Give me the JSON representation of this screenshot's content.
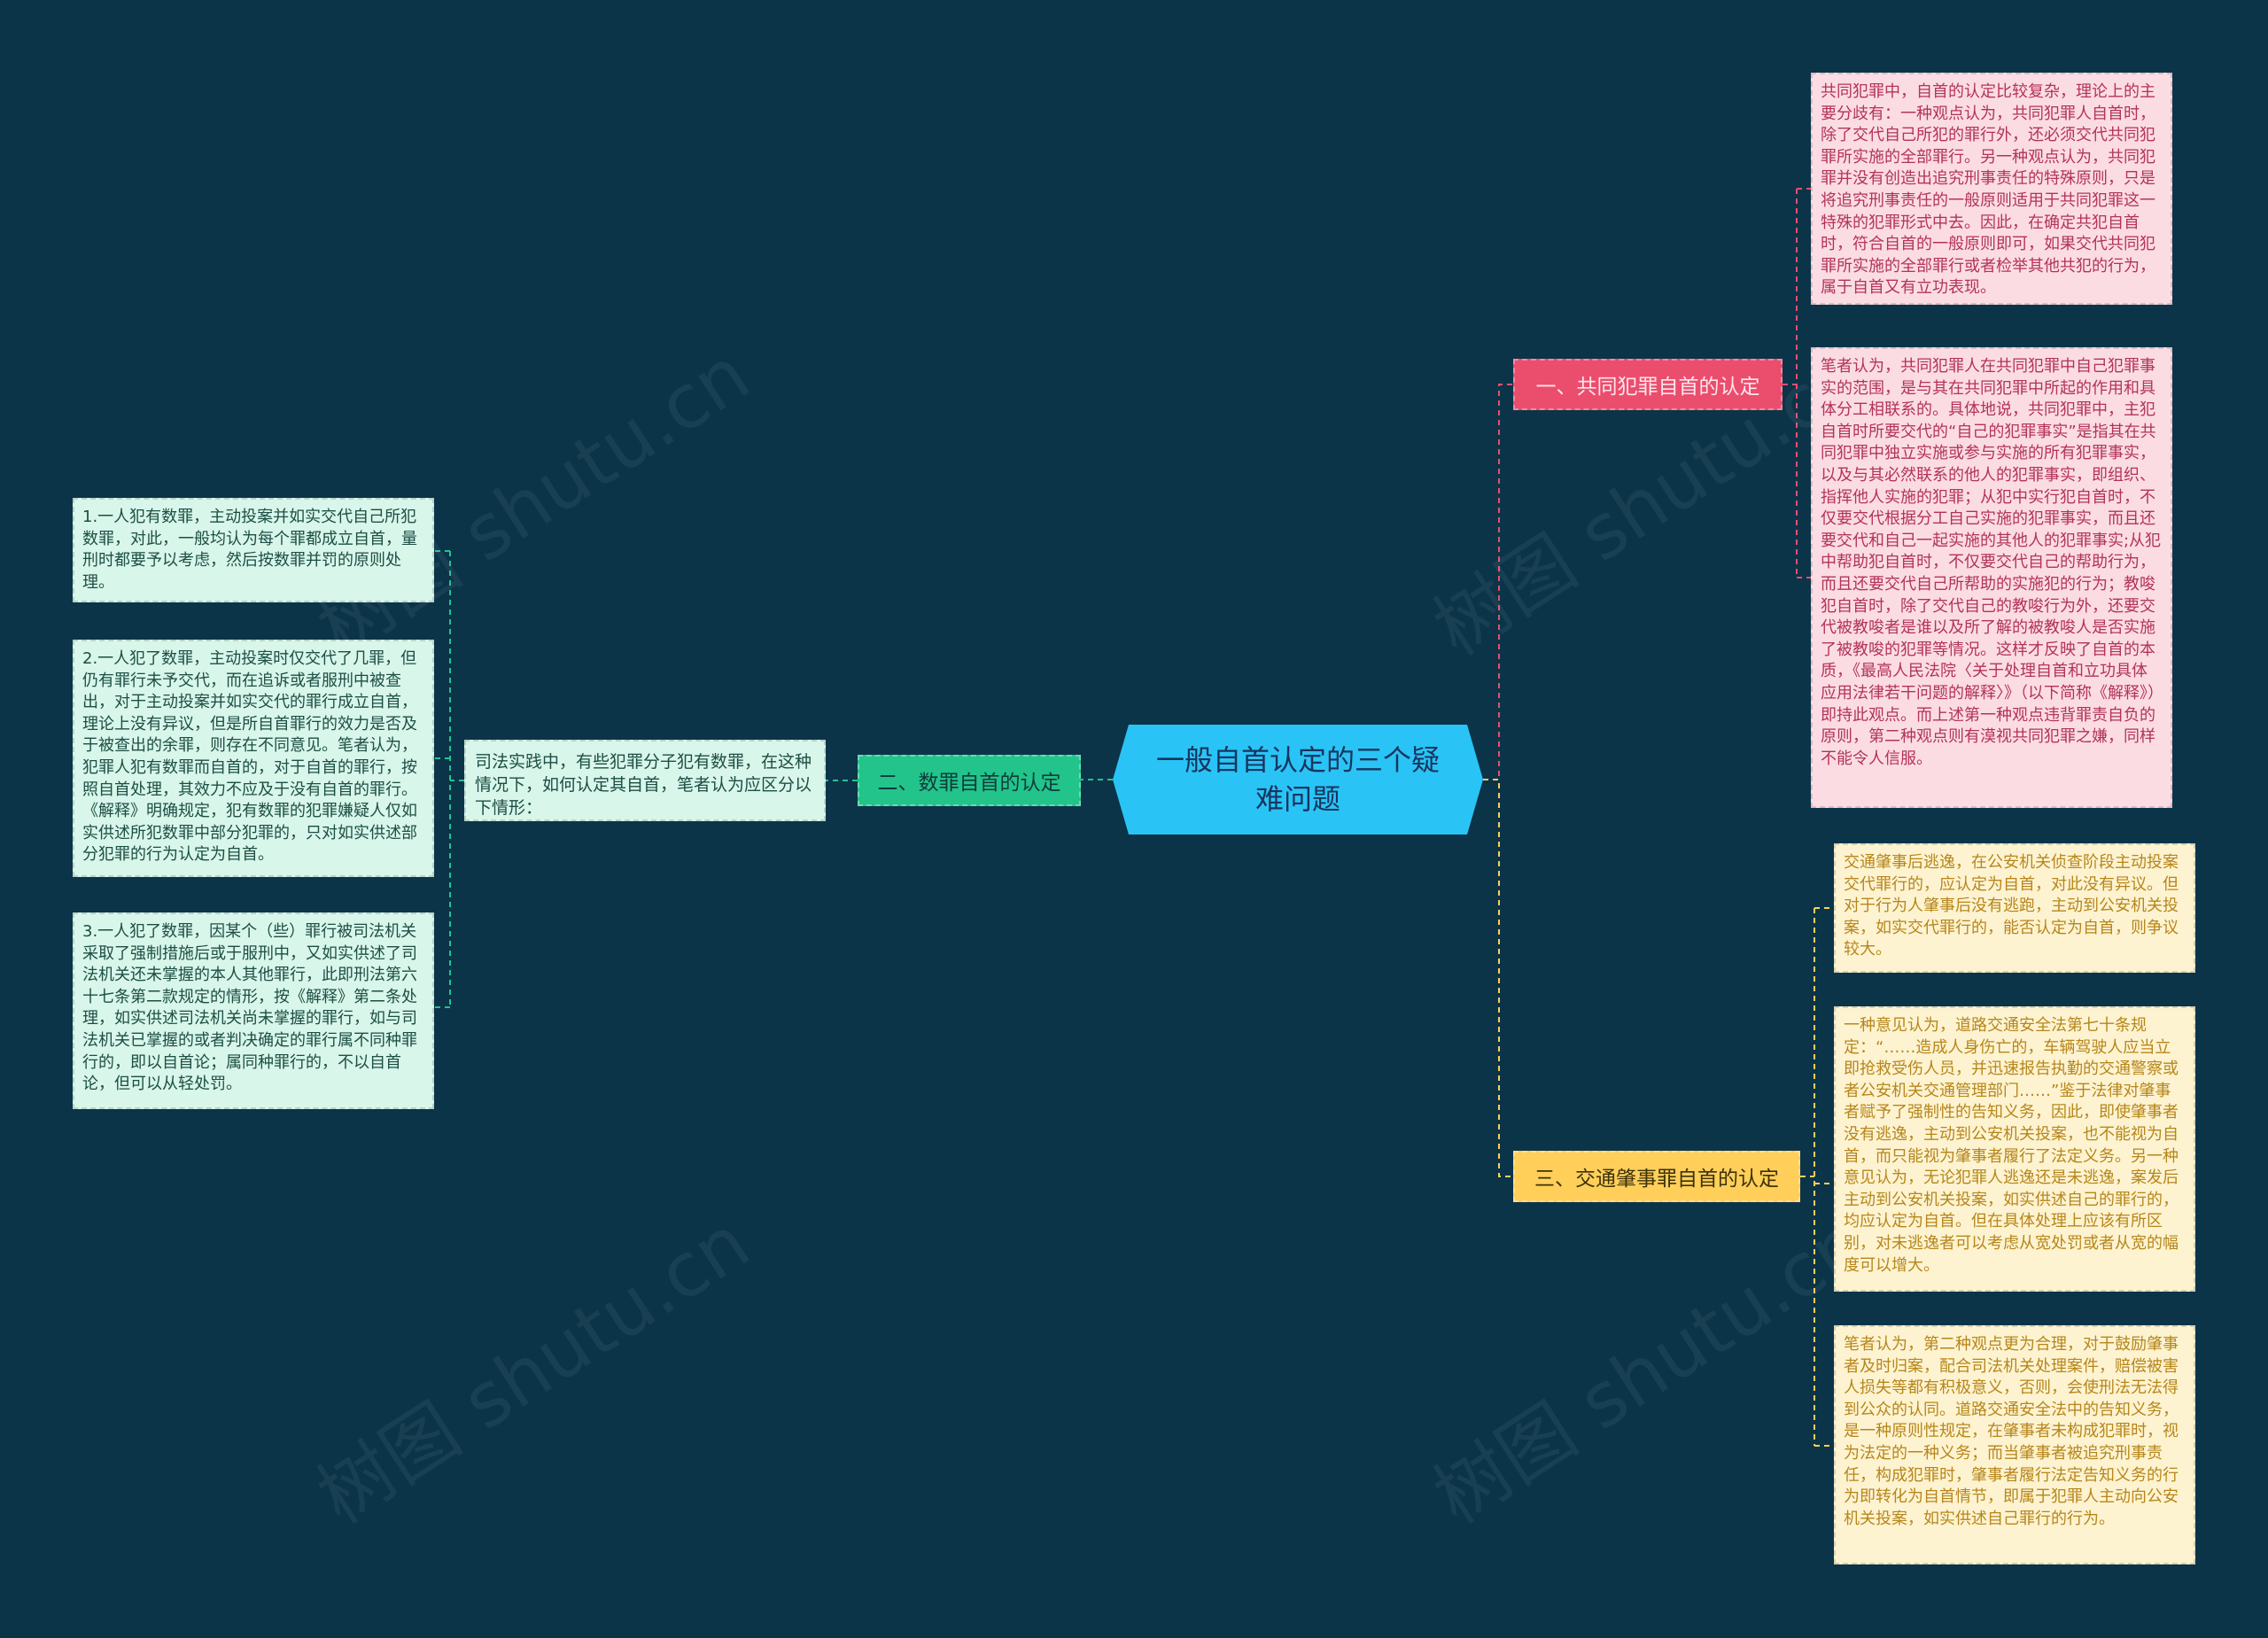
{
  "root": {
    "title": "一般自首认定的三个疑难问题"
  },
  "branches": {
    "b1": {
      "label": "一、共同犯罪自首的认定"
    },
    "b2": {
      "label": "二、数罪自首的认定"
    },
    "b3": {
      "label": "三、交通肇事罪自首的认定"
    }
  },
  "b1_leaves": [
    {
      "text": "共同犯罪中，自首的认定比较复杂，理论上的主要分歧有：一种观点认为，共同犯罪人自首时，除了交代自己所犯的罪行外，还必须交代共同犯罪所实施的全部罪行。另一种观点认为，共同犯罪并没有创造出追究刑事责任的特殊原则，只是将追究刑事责任的一般原则适用于共同犯罪这一特殊的犯罪形式中去。因此，在确定共犯自首时，符合自首的一般原则即可，如果交代共同犯罪所实施的全部罪行或者检举其他共犯的行为，属于自首又有立功表现。"
    },
    {
      "text": "笔者认为，共同犯罪人在共同犯罪中自己犯罪事实的范围，是与其在共同犯罪中所起的作用和具体分工相联系的。具体地说，共同犯罪中，主犯自首时所要交代的“自己的犯罪事实”是指其在共同犯罪中独立实施或参与实施的所有犯罪事实，以及与其必然联系的他人的犯罪事实，即组织、指挥他人实施的犯罪；从犯中实行犯自首时，不仅要交代根据分工自己实施的犯罪事实，而且还要交代和自己一起实施的其他人的犯罪事实;从犯中帮助犯自首时，不仅要交代自己的帮助行为，而且还要交代自己所帮助的实施犯的行为；教唆犯自首时，除了交代自己的教唆行为外，还要交代被教唆者是谁以及所了解的被教唆人是否实施了被教唆的犯罪等情况。这样才反映了自首的本质，《最高人民法院〈关于处理自首和立功具体应用法律若干问题的解释〉》（以下简称《解释》）即持此观点。而上述第一种观点违背罪责自负的原则，第二种观点则有漠视共同犯罪之嫌，同样不能令人信服。"
    }
  ],
  "b2_mid": {
    "text": "司法实践中，有些犯罪分子犯有数罪，在这种情况下，如何认定其自首，笔者认为应区分以下情形："
  },
  "b2_leaves": [
    {
      "text": "1.一人犯有数罪，主动投案并如实交代自己所犯数罪，对此，一般均认为每个罪都成立自首，量刑时都要予以考虑，然后按数罪并罚的原则处理。"
    },
    {
      "text": "2.一人犯了数罪，主动投案时仅交代了几罪，但仍有罪行未予交代，而在追诉或者服刑中被查出，对于主动投案并如实交代的罪行成立自首，理论上没有异议，但是所自首罪行的效力是否及于被查出的余罪，则存在不同意见。笔者认为，犯罪人犯有数罪而自首的，对于自首的罪行，按照自首处理，其效力不应及于没有自首的罪行。《解释》明确规定，犯有数罪的犯罪嫌疑人仅如实供述所犯数罪中部分犯罪的，只对如实供述部分犯罪的行为认定为自首。"
    },
    {
      "text": "3.一人犯了数罪，因某个（些）罪行被司法机关采取了强制措施后或于服刑中，又如实供述了司法机关还未掌握的本人其他罪行，此即刑法第六十七条第二款规定的情形，按《解释》第二条处理，如实供述司法机关尚未掌握的罪行，如与司法机关已掌握的或者判决确定的罪行属不同种罪行的，即以自首论；属同种罪行的，不以自首论，但可以从轻处罚。"
    }
  ],
  "b3_leaves": [
    {
      "text": "交通肇事后逃逸，在公安机关侦查阶段主动投案交代罪行的，应认定为自首，对此没有异议。但对于行为人肇事后没有逃跑，主动到公安机关投案，如实交代罪行的，能否认定为自首，则争议较大。"
    },
    {
      "text": "一种意见认为，道路交通安全法第七十条规定：“……造成人身伤亡的，车辆驾驶人应当立即抢救受伤人员，并迅速报告执勤的交通警察或者公安机关交通管理部门……”鉴于法律对肇事者赋予了强制性的告知义务，因此，即使肇事者没有逃逸，主动到公安机关投案，也不能视为自首，而只能视为肇事者履行了法定义务。另一种意见认为，无论犯罪人逃逸还是未逃逸，案发后主动到公安机关投案，如实供述自己的罪行的，均应认定为自首。但在具体处理上应该有所区别，对未逃逸者可以考虑从宽处罚或者从宽的幅度可以增大。"
    },
    {
      "text": "笔者认为，第二种观点更为合理，对于鼓励肇事者及时归案，配合司法机关处理案件，赔偿被害人损失等都有积极意义，否则，会使刑法无法得到公众的认同。道路交通安全法中的告知义务，是一种原则性规定，在肇事者未构成犯罪时，视为法定的一种义务；而当肇事者被追究刑事责任，构成犯罪时，肇事者履行法定告知义务的行为即转化为自首情节，即属于犯罪人主动向公安机关投案，如实供述自己罪行的行为。"
    }
  ],
  "watermark": "树图 shutu.cn",
  "colors": {
    "background": "#0b3449",
    "root": "#29c4f5",
    "pink": "#eb4d6d",
    "green": "#22c48b",
    "yellow": "#ffcf5a"
  }
}
